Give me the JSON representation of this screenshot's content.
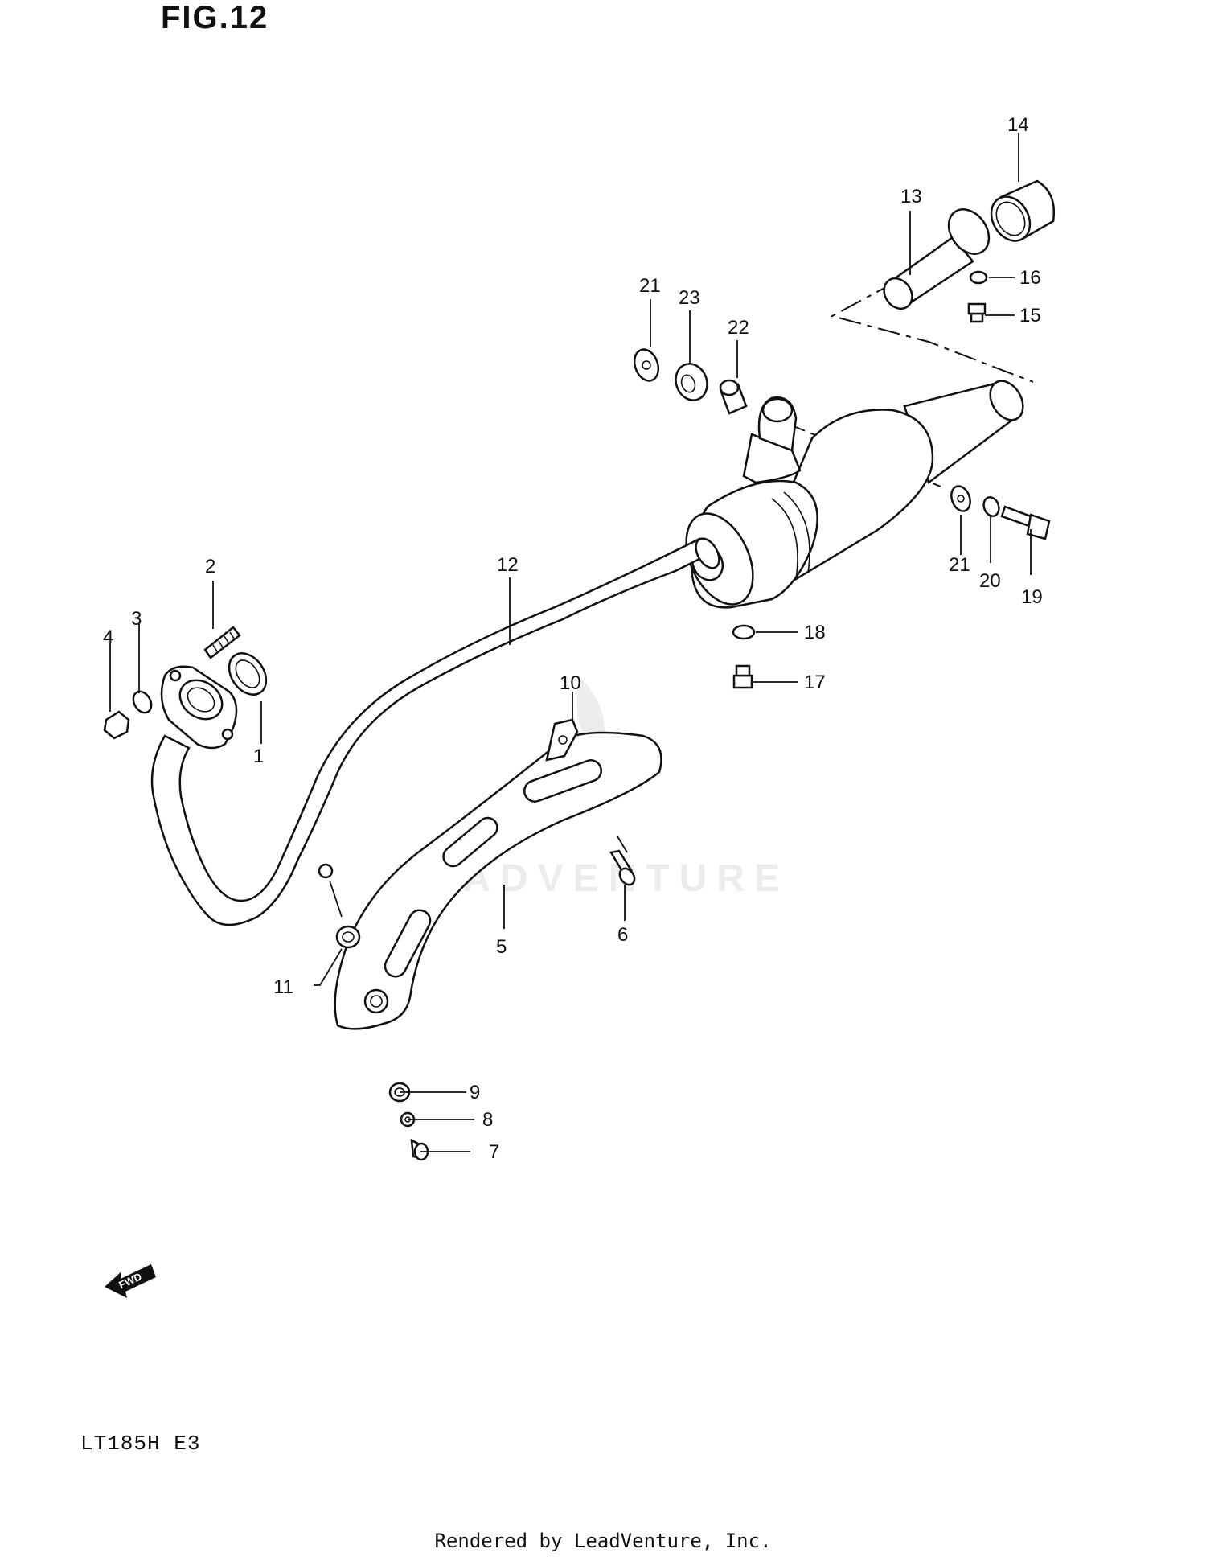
{
  "figure": {
    "title": "FIG.12",
    "model": "LT185H  E3",
    "footer": "Rendered by LeadVenture, Inc.",
    "watermark": "LEADVENTURE",
    "fwd_label": "FWD"
  },
  "callouts": [
    "1",
    "2",
    "3",
    "4",
    "5",
    "6",
    "7",
    "8",
    "9",
    "10",
    "11",
    "12",
    "13",
    "14",
    "15",
    "16",
    "17",
    "18",
    "19",
    "20",
    "21",
    "21",
    "22",
    "23"
  ]
}
